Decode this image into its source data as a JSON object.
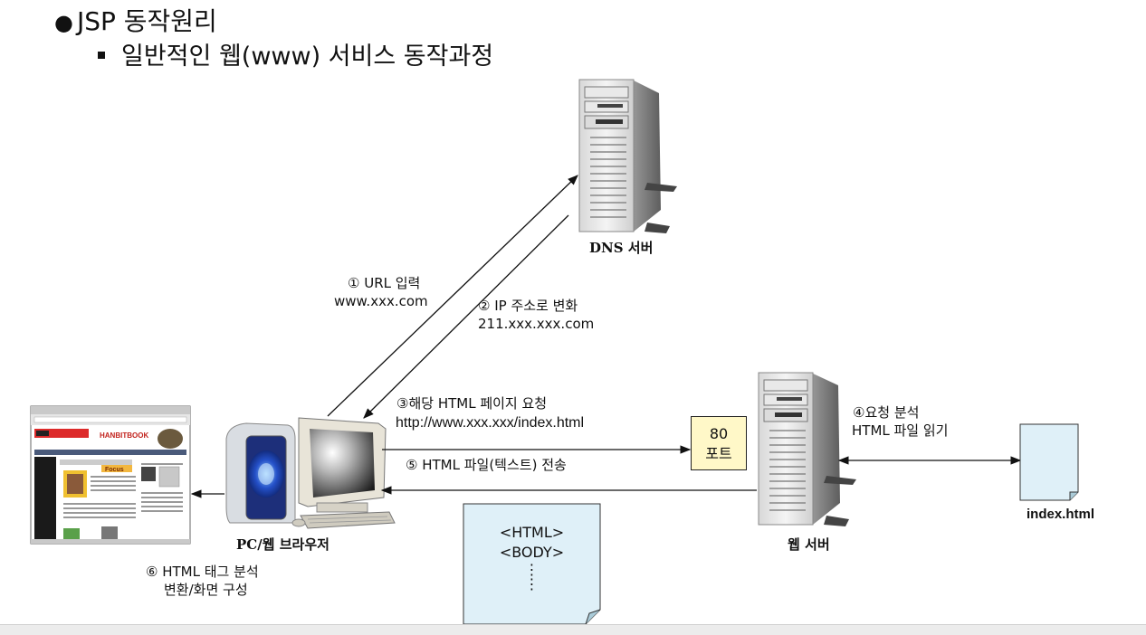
{
  "title": "JSP 동작원리",
  "subtitle": "일반적인 웹(www) 서비스 동작과정",
  "nodes": {
    "dns": "DNS 서버",
    "pc": "PC/웹 브라우저",
    "web": "웹 서버",
    "file": "index.html",
    "port_num": "80",
    "port_label": "포트"
  },
  "steps": {
    "s1_title": "① URL 입력",
    "s1_detail": "www.xxx.com",
    "s2_title": "② IP 주소로 변화",
    "s2_detail": "211.xxx.xxx.com",
    "s3_title": "③해당 HTML 페이지 요청",
    "s3_detail": "http://www.xxx.xxx/index.html",
    "s4_title": "④요청 분석",
    "s4_detail": "HTML 파일 읽기",
    "s5_title": "⑤ HTML 파일(텍스트) 전송",
    "s6_title": "⑥ HTML 태그 분석",
    "s6_detail": "변환/화면 구성"
  },
  "html_doc": {
    "line1": "<HTML>",
    "line2": "<BODY>",
    "line3": "⋮",
    "line4": "⋮"
  },
  "browser_screenshot": {
    "brand": "HANBITBOOK",
    "banner": "Focus"
  },
  "colors": {
    "note_fill": "#dff0f8",
    "port_fill": "#fff8c8"
  }
}
